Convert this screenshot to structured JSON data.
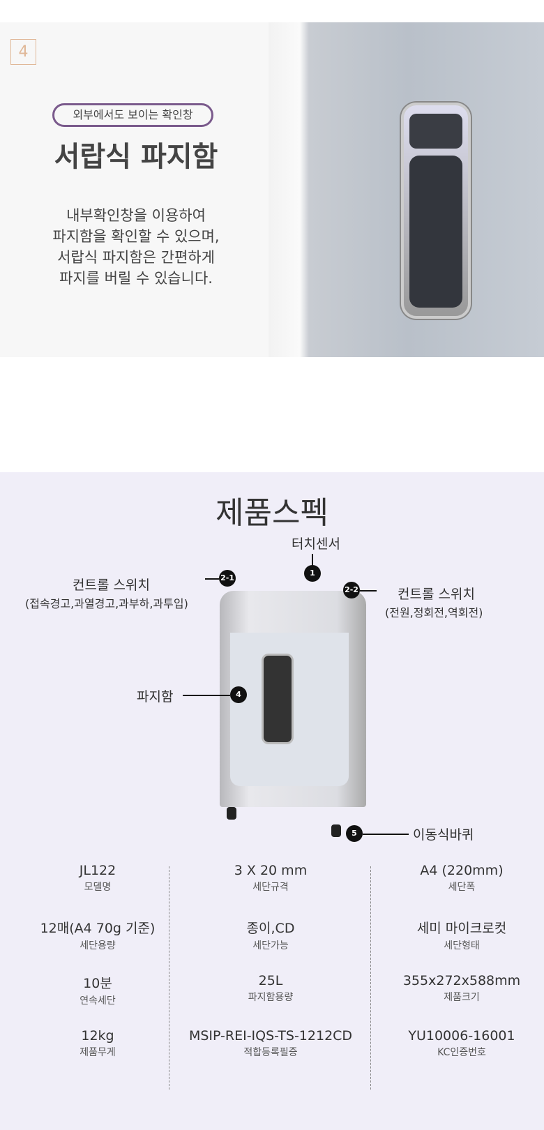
{
  "feature": {
    "number": "4",
    "tag": "외부에서도 보이는 확인창",
    "title": "서랍식 파지함",
    "desc": [
      "내부확인창을 이용하여",
      "파지함을 확인할 수 있으며,",
      "서랍식 파지함은 간편하게",
      "파지를 버릴 수 있습니다."
    ]
  },
  "spec": {
    "title": "제품스펙",
    "callouts": {
      "touch": "터치센서",
      "ctrl1": "컨트롤 스위치",
      "ctrl1_sub": "(접속경고,과열경고,과부하,과투입)",
      "ctrl2": "컨트롤 스위치",
      "ctrl2_sub": "(전원,정회전,역회전)",
      "bin": "파지함",
      "wheel": "이동식바퀴"
    },
    "badges": {
      "b1": "1",
      "b21": "2-1",
      "b22": "2-2",
      "b4": "4",
      "b5": "5"
    },
    "items": [
      {
        "value": "JL122",
        "key": "모델명"
      },
      {
        "value": "3 X 20 mm",
        "key": "세단규격"
      },
      {
        "value": "A4 (220mm)",
        "key": "세단폭"
      },
      {
        "value": "12매(A4 70g 기준)",
        "key": "세단용량"
      },
      {
        "value": "종이,CD",
        "key": "세단가능"
      },
      {
        "value": "세미 마이크로컷",
        "key": "세단형태"
      },
      {
        "value": "10분",
        "key": "연속세단"
      },
      {
        "value": "25L",
        "key": "파지함용량"
      },
      {
        "value": "355x272x588mm",
        "key": "제품크기"
      },
      {
        "value": "12kg",
        "key": "제품무게"
      },
      {
        "value": "MSIP-REI-IQS-TS-1212CD",
        "key": "적합등록필증"
      },
      {
        "value": "YU10006-16001",
        "key": "KC인증번호"
      }
    ]
  }
}
